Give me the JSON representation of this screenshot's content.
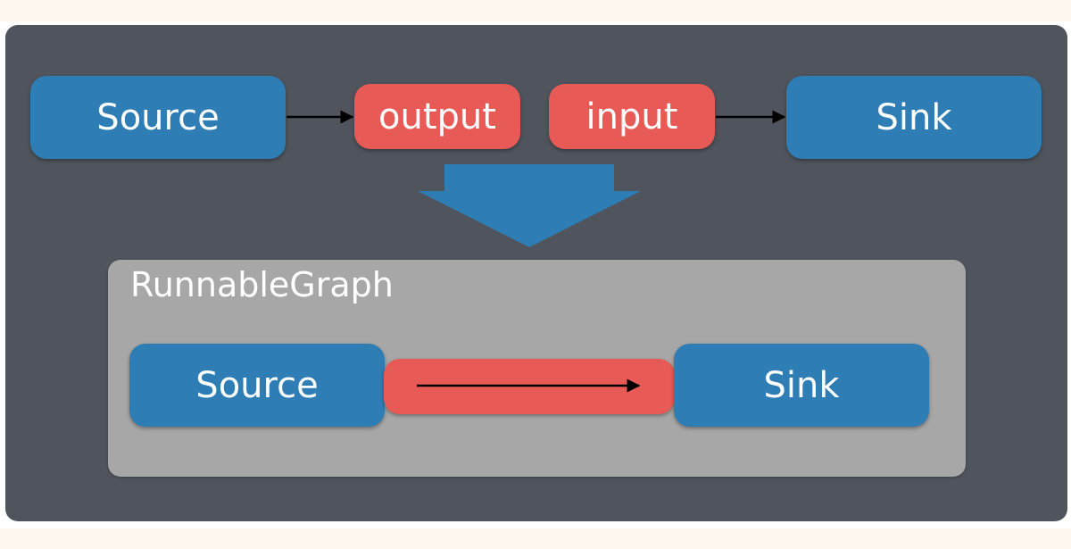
{
  "diagram": {
    "top_row": {
      "source_label": "Source",
      "output_label": "output",
      "input_label": "input",
      "sink_label": "Sink"
    },
    "runnable_graph": {
      "title": "RunnableGraph",
      "source_label": "Source",
      "sink_label": "Sink"
    }
  },
  "colors": {
    "frame": "#50555d",
    "blue_box": "#2f7db5",
    "red_box": "#e85a56",
    "runnable_panel": "#a7a7a7",
    "text": "#ffffff"
  }
}
